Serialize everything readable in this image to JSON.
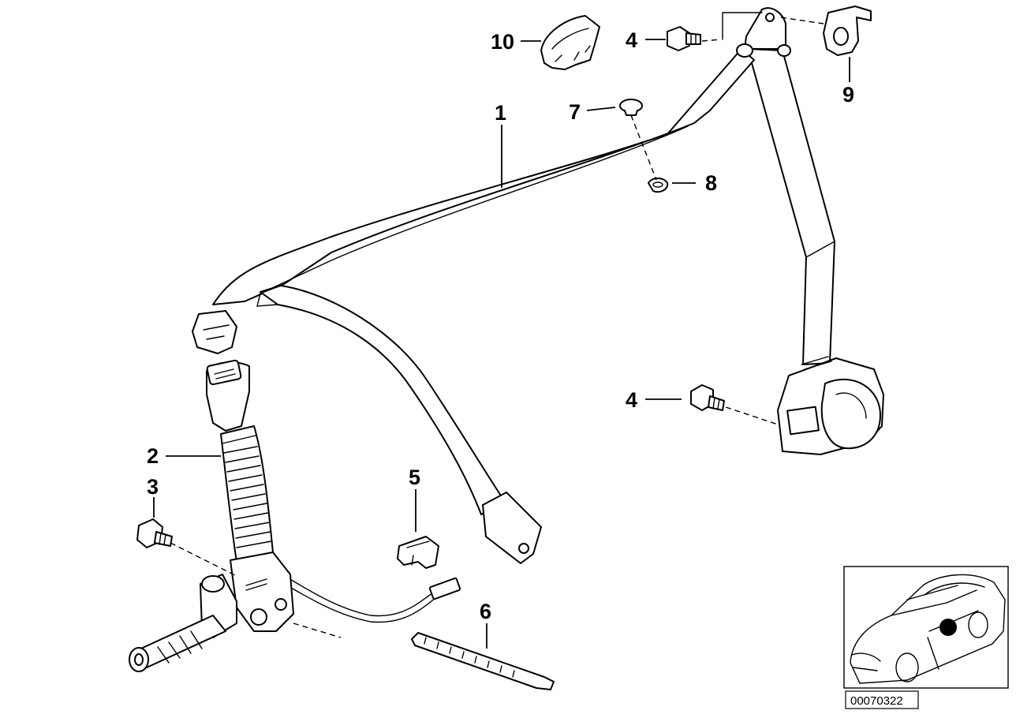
{
  "callouts": {
    "c1": "1",
    "c2": "2",
    "c3": "3",
    "c4a": "4",
    "c4b": "4",
    "c5": "5",
    "c6": "6",
    "c7": "7",
    "c8": "8",
    "c9": "9",
    "c10": "10"
  },
  "reference_code": "00070322",
  "locator": {
    "marker_color": "#000000",
    "icon": "car-position-icon"
  }
}
